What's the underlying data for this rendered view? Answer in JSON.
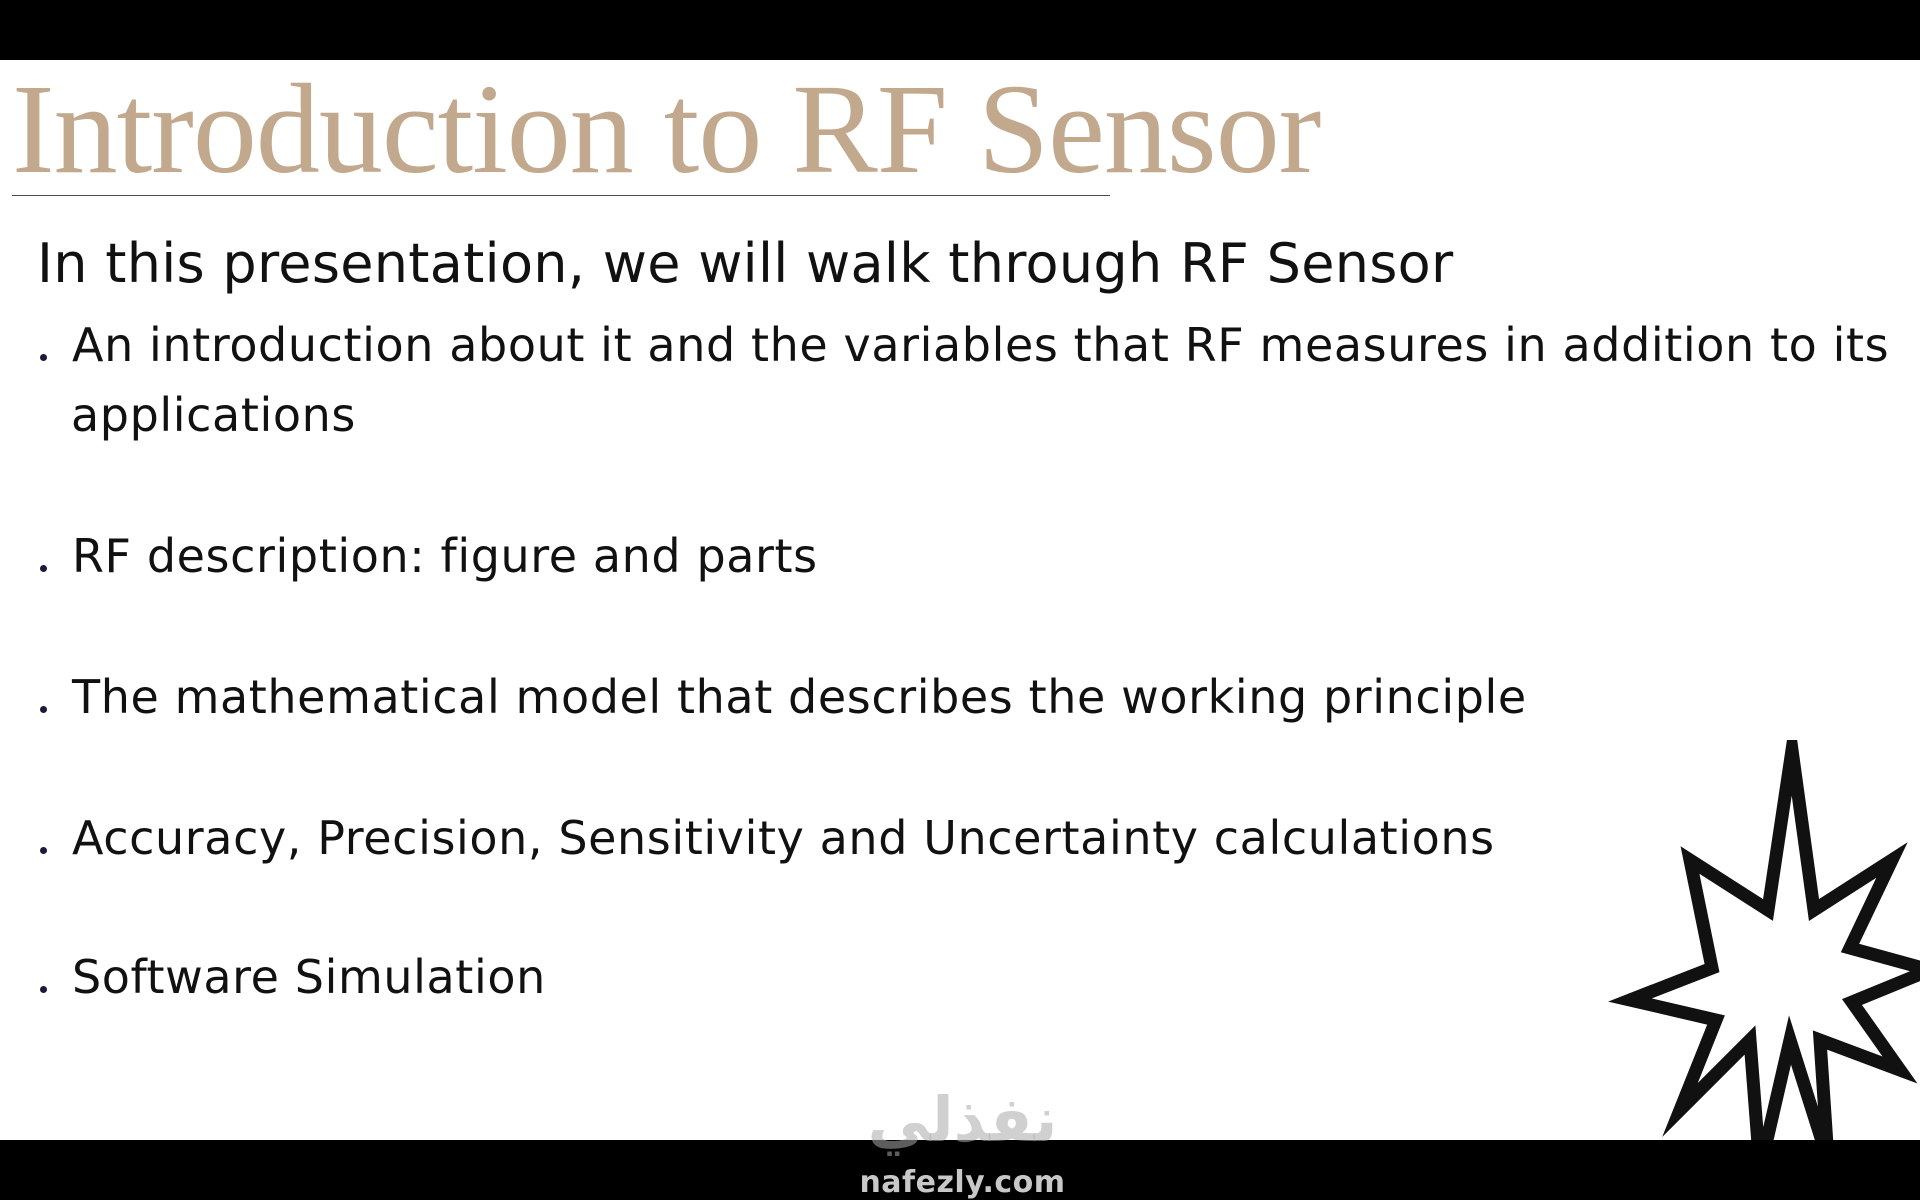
{
  "slide": {
    "title": "Introduction to RF Sensor",
    "intro": "In this presentation, we will walk through RF Sensor",
    "bullets": [
      {
        "line1": "An introduction about it and the variables that RF measures in addition to its",
        "line2": "applications"
      },
      {
        "line1": "RF description: figure and parts"
      },
      {
        "line1": "The mathematical model that describes the working principle"
      },
      {
        "line1": "Accuracy, Precision, Sensitivity and Uncertainty calculations"
      },
      {
        "line1": "Software Simulation"
      }
    ],
    "decoration": "eight-point-star-icon",
    "colors": {
      "title": "#c2a88c",
      "text": "#111111",
      "letterbox": "#000000"
    }
  },
  "watermark": {
    "arabic": "نفذلي",
    "latin": "nafezly.com"
  }
}
